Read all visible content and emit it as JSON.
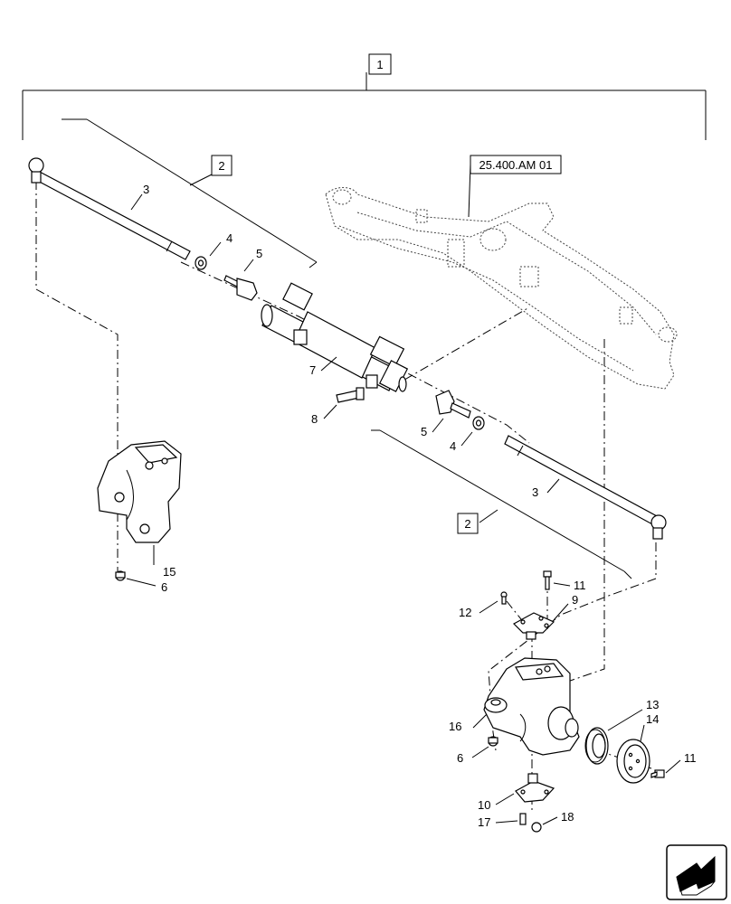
{
  "group_labels": {
    "assembly": "1",
    "tie_rod_group": "2",
    "tie_rod_group_2": "2"
  },
  "reference": {
    "axle_ref": "25.400.AM 01"
  },
  "callouts": {
    "tie_rod_left": "3",
    "tie_rod_right": "3",
    "nut_upper": "4",
    "nut_lower": "4",
    "ball_joint_upper": "5",
    "ball_joint_lower": "5",
    "nut_left_knuckle": "6",
    "nut_right_knuckle": "6",
    "cylinder": "7",
    "bolt_cylinder": "8",
    "upper_bracket": "9",
    "lower_bracket": "10",
    "bolt_upper_bracket": "11",
    "bolt_hub": "11",
    "grease_fitting": "12",
    "seal": "13",
    "hub_cap": "14",
    "left_knuckle": "15",
    "right_knuckle": "16",
    "lower_bolt": "17",
    "lower_nut": "18"
  },
  "nav": {
    "icon": "next-page-arrow-icon"
  }
}
